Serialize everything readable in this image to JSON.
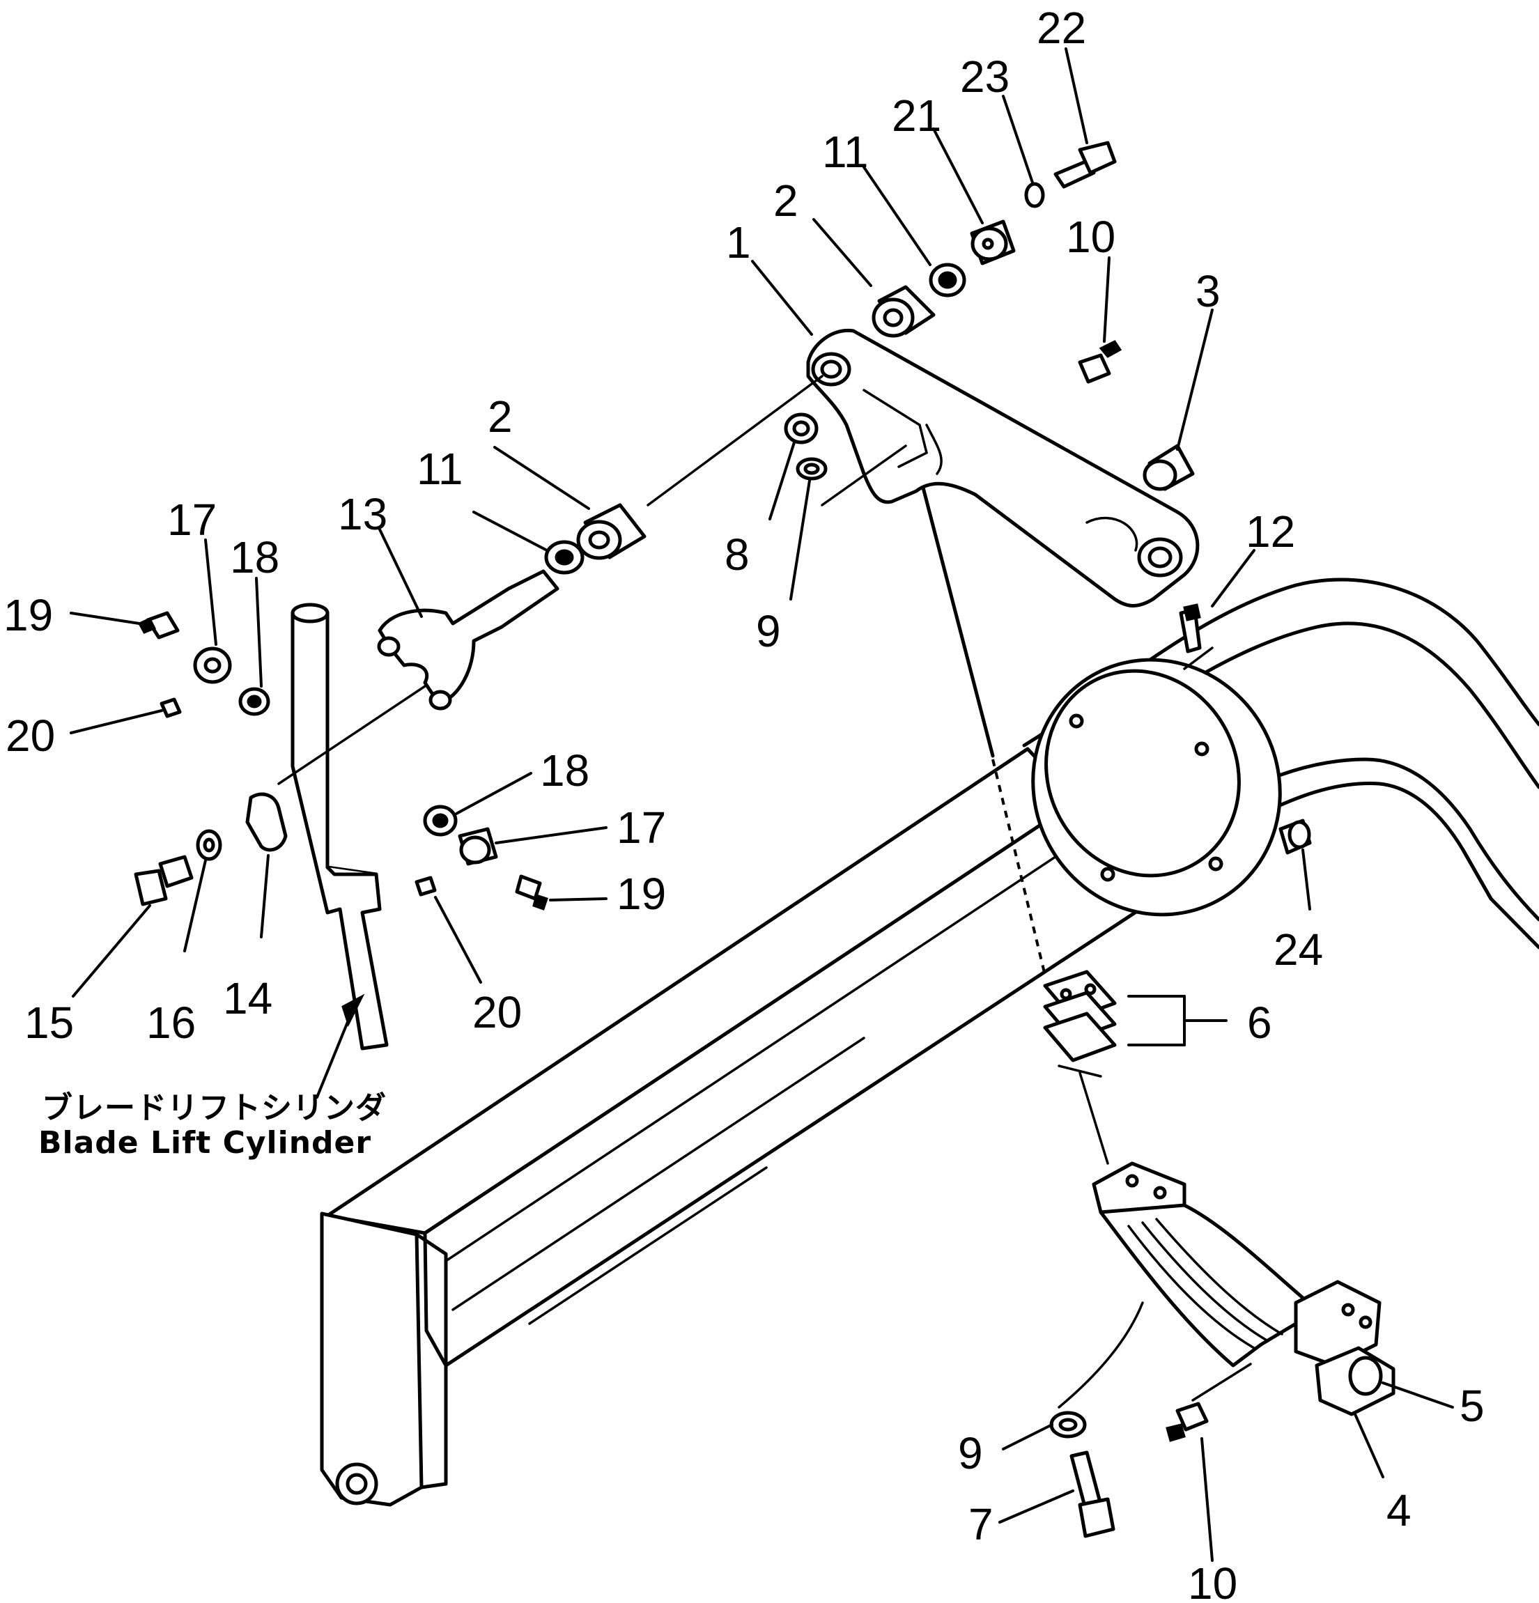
{
  "caption": {
    "japanese": "ブレードリフトシリンダ",
    "english": "Blade  Lift  Cylinder"
  },
  "callouts": {
    "c1": "1",
    "c2a": "2",
    "c2b": "2",
    "c3": "3",
    "c4": "4",
    "c5": "5",
    "c6": "6",
    "c7": "7",
    "c8": "8",
    "c9a": "9",
    "c9b": "9",
    "c10a": "10",
    "c10b": "10",
    "c11a": "11",
    "c11b": "11",
    "c12": "12",
    "c13": "13",
    "c14": "14",
    "c15": "15",
    "c16": "16",
    "c17a": "17",
    "c17b": "17",
    "c18a": "18",
    "c18b": "18",
    "c19a": "19",
    "c19b": "19",
    "c20a": "20",
    "c20b": "20",
    "c21": "21",
    "c22": "22",
    "c23": "23",
    "c24": "24"
  }
}
